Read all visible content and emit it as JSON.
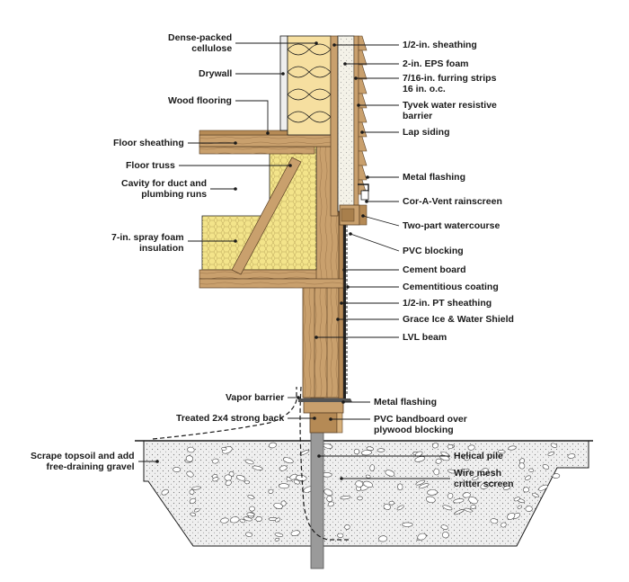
{
  "labels_left": [
    {
      "id": "dense-packed-cellulose",
      "text": "Dense-packed\ncellulose"
    },
    {
      "id": "drywall",
      "text": "Drywall"
    },
    {
      "id": "wood-flooring",
      "text": "Wood flooring"
    },
    {
      "id": "floor-sheathing",
      "text": "Floor sheathing"
    },
    {
      "id": "floor-truss",
      "text": "Floor truss"
    },
    {
      "id": "cavity-duct-plumbing",
      "text": "Cavity for duct and\nplumbing runs"
    },
    {
      "id": "spray-foam-insulation",
      "text": "7-in. spray foam\ninsulation"
    },
    {
      "id": "vapor-barrier",
      "text": "Vapor barrier"
    },
    {
      "id": "treated-strong-back",
      "text": "Treated 2x4 strong back"
    },
    {
      "id": "scrape-topsoil-gravel",
      "text": "Scrape topsoil and add\nfree-draining gravel"
    }
  ],
  "labels_right": [
    {
      "id": "half-inch-sheathing",
      "text": "1/2-in. sheathing"
    },
    {
      "id": "eps-foam",
      "text": "2-in. EPS foam"
    },
    {
      "id": "furring-strips",
      "text": "7/16-in. furring strips\n16 in. o.c."
    },
    {
      "id": "tyvek-barrier",
      "text": "Tyvek water resistive\nbarrier"
    },
    {
      "id": "lap-siding",
      "text": "Lap siding"
    },
    {
      "id": "metal-flashing-upper",
      "text": "Metal flashing"
    },
    {
      "id": "cor-a-vent",
      "text": "Cor-A-Vent rainscreen"
    },
    {
      "id": "two-part-watercourse",
      "text": "Two-part watercourse"
    },
    {
      "id": "pvc-blocking",
      "text": "PVC blocking"
    },
    {
      "id": "cement-board",
      "text": "Cement board"
    },
    {
      "id": "cementitious-coating",
      "text": "Cementitious coating"
    },
    {
      "id": "pt-sheathing",
      "text": "1/2-in. PT sheathing"
    },
    {
      "id": "grace-ice-water",
      "text": "Grace Ice & Water Shield"
    },
    {
      "id": "lvl-beam",
      "text": "LVL beam"
    },
    {
      "id": "metal-flashing-lower",
      "text": "Metal flashing"
    },
    {
      "id": "pvc-bandboard",
      "text": "PVC bandboard over\nplywood blocking"
    },
    {
      "id": "helical-pile",
      "text": "Helical pile"
    },
    {
      "id": "wire-mesh-screen",
      "text": "Wire mesh\ncritter screen"
    }
  ],
  "colors": {
    "wood": "#c9a06d",
    "wood_dark": "#8a6a44",
    "insulation": "#f6dfa0",
    "spray_foam": "#f3e48a",
    "eps": "#f4f2e8",
    "gravel": "#ededed",
    "pile": "#9a9a9a",
    "line": "#1a1a1a"
  }
}
